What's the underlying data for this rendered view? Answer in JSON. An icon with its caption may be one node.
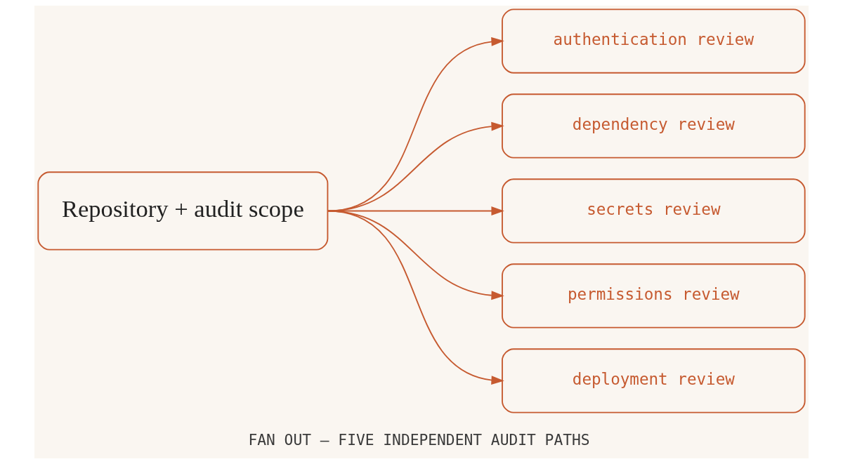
{
  "diagram": {
    "caption": "FAN OUT — FIVE INDEPENDENT AUDIT PATHS",
    "nodes": [
      {
        "text": [
          "Repository + audit scope"
        ]
      },
      {
        "text": [
          "authentication review"
        ]
      },
      {
        "text": [
          "dependency review"
        ]
      },
      {
        "text": [
          "secrets review"
        ]
      },
      {
        "text": [
          "permissions review"
        ]
      },
      {
        "text": [
          "deployment review"
        ]
      }
    ],
    "edges": [
      {
        "from": 0,
        "to": 1,
        "arrow": "to"
      },
      {
        "from": 0,
        "to": 2,
        "arrow": "to"
      },
      {
        "from": 0,
        "to": 3,
        "arrow": "to"
      },
      {
        "from": 0,
        "to": 4,
        "arrow": "to"
      },
      {
        "from": 0,
        "to": 5,
        "arrow": "to"
      }
    ]
  }
}
